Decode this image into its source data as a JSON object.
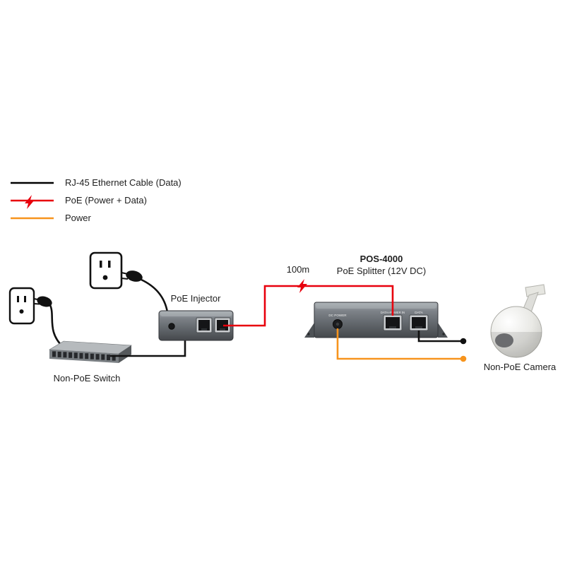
{
  "legend": {
    "items": [
      {
        "label": "RJ-45 Ethernet Cable (Data)"
      },
      {
        "label": "PoE (Power + Data)"
      },
      {
        "label": "Power"
      }
    ]
  },
  "annotations": {
    "distance": "100m"
  },
  "devices": {
    "switch": {
      "label": "Non-PoE Switch"
    },
    "injector": {
      "label": "PoE Injector"
    },
    "splitter": {
      "title": "POS-4000",
      "subtitle": "PoE Splitter (12V DC)",
      "ports": {
        "dc": "DC POWER",
        "in": "DATA+POWER IN",
        "out": "DATA"
      }
    },
    "camera": {
      "label": "Non-PoE Camera"
    }
  },
  "colors": {
    "data_cable": "#000000",
    "poe_cable": "#e8000d",
    "power_cable": "#f7941d"
  }
}
